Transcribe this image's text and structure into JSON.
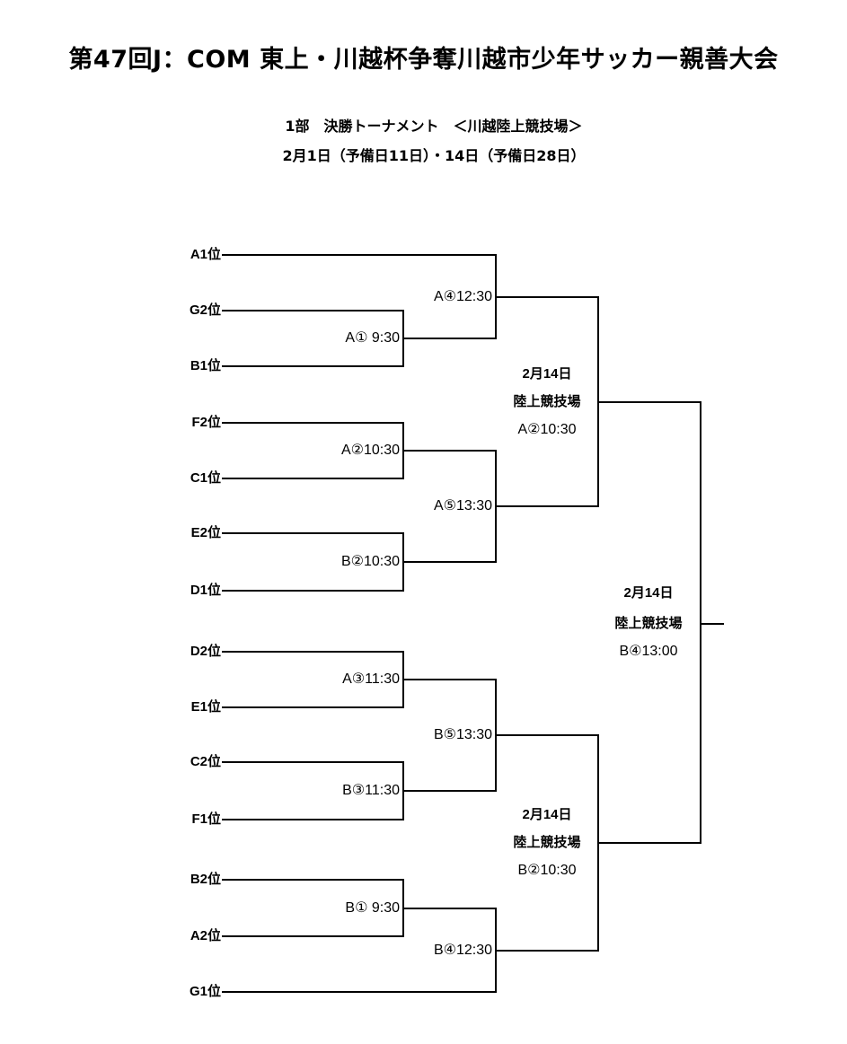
{
  "header": {
    "title": "第47回J：COM 東上・川越杯争奪川越市少年サッカー親善大会",
    "subtitle": "1部　決勝トーナメント　＜川越陸上競技場＞",
    "dates": "2月1日（予備日11日）・14日（予備日28日）"
  },
  "teams": [
    "A1位",
    "G2位",
    "B1位",
    "F2位",
    "C1位",
    "E2位",
    "D1位",
    "D2位",
    "E1位",
    "C2位",
    "F1位",
    "B2位",
    "A2位",
    "G1位"
  ],
  "round1": [
    {
      "id": "r1-a1",
      "label": "A① 9:30",
      "feeds": [
        1,
        2
      ]
    },
    {
      "id": "r1-a2",
      "label": "A②10:30",
      "feeds": [
        3,
        4
      ]
    },
    {
      "id": "r1-b2",
      "label": "B②10:30",
      "feeds": [
        5,
        6
      ]
    },
    {
      "id": "r1-a3",
      "label": "A③11:30",
      "feeds": [
        7,
        8
      ]
    },
    {
      "id": "r1-b3",
      "label": "B③11:30",
      "feeds": [
        9,
        10
      ]
    },
    {
      "id": "r1-b1",
      "label": "B① 9:30",
      "feeds": [
        11,
        12
      ]
    }
  ],
  "round2": [
    {
      "id": "r2-a4",
      "label": "A④12:30"
    },
    {
      "id": "r2-a5",
      "label": "A⑤13:30"
    },
    {
      "id": "r2-b5",
      "label": "B⑤13:30"
    },
    {
      "id": "r2-b4",
      "label": "B④12:30"
    }
  ],
  "semifinals": [
    {
      "id": "sf-1",
      "date": "2月14日",
      "venue": "陸上競技場",
      "match": "A②10:30"
    },
    {
      "id": "sf-2",
      "date": "2月14日",
      "venue": "陸上競技場",
      "match": "B②10:30"
    }
  ],
  "final": {
    "date": "2月14日",
    "venue": "陸上競技場",
    "match": "B④13:00"
  }
}
